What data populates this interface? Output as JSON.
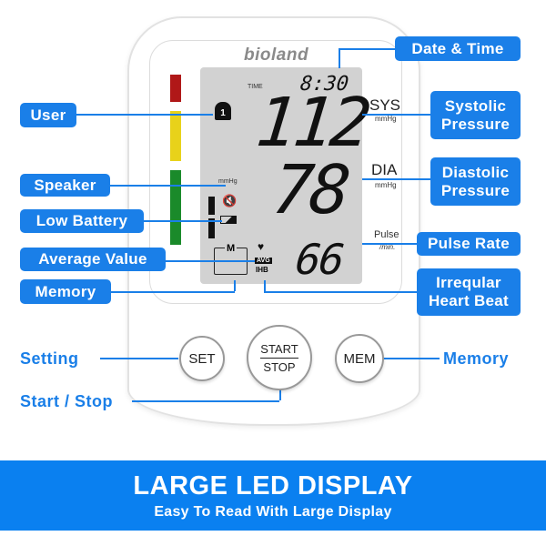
{
  "brand": "bioland",
  "lcd": {
    "time_label": "TIME",
    "time": "8:30",
    "systolic": "112",
    "diastolic": "78",
    "pulse": "66",
    "sys_label": "SYS",
    "dia_label": "DIA",
    "unit": "mmHg",
    "pulse_label": "Pulse",
    "pulse_unit": "/min.",
    "speaker_unit": "mmHg",
    "memory_label": "M",
    "avg_label": "AVG",
    "ihb_label": "IHB",
    "user_number": "1"
  },
  "labels": {
    "date_time": "Date & Time",
    "user": "User",
    "systolic": "Systolic Pressure",
    "diastolic": "Diastolic Pressure",
    "speaker": "Speaker",
    "low_battery": "Low Battery",
    "pulse_rate": "Pulse Rate",
    "average_value": "Average Value",
    "memory": "Memory",
    "irregular": "Irreqular Heart Beat",
    "setting": "Setting",
    "memory_btn": "Memory",
    "start_stop": "Start / Stop"
  },
  "buttons": {
    "set": "SET",
    "start": "START",
    "stop": "STOP",
    "mem": "MEM"
  },
  "banner": {
    "title": "LARGE LED DISPLAY",
    "subtitle": "Easy To Read With Large Display"
  },
  "colors": {
    "accent": "#1a7fe8",
    "banner": "#0a80f0",
    "red": "#b01818",
    "yellow": "#e8d21a",
    "green": "#1a8a2a"
  }
}
